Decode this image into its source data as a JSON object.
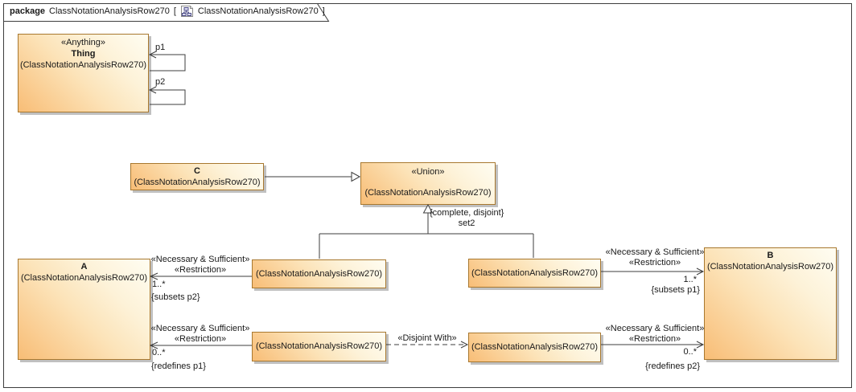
{
  "frame": {
    "kind": "package",
    "name": "ClassNotationAnalysisRow270",
    "open_bracket": "[",
    "diagram_ref": "ClassNotationAnalysisRow270",
    "close_bracket": "]",
    "icon": "class-diagram-icon"
  },
  "colors": {
    "node_fill_start": "#f8bd76",
    "node_fill_end": "#fffdf2",
    "node_border": "#a8782f",
    "connector_line": "#3d3d3d",
    "shadow": "#8c8c8c"
  },
  "nodes": {
    "thing": {
      "stereotype": "«Anything»",
      "name": "Thing",
      "owner": "(ClassNotationAnalysisRow270)"
    },
    "c": {
      "name": "C",
      "owner": "(ClassNotationAnalysisRow270)"
    },
    "union": {
      "stereotype": "«Union»",
      "owner": "(ClassNotationAnalysisRow270)"
    },
    "a": {
      "name": "A",
      "owner": "(ClassNotationAnalysisRow270)"
    },
    "b": {
      "name": "B",
      "owner": "(ClassNotationAnalysisRow270)"
    },
    "restriction_top_left": {
      "owner": "(ClassNotationAnalysisRow270)"
    },
    "restriction_top_right": {
      "owner": "(ClassNotationAnalysisRow270)"
    },
    "restriction_bottom_left": {
      "owner": "(ClassNotationAnalysisRow270)"
    },
    "restriction_bottom_right": {
      "owner": "(ClassNotationAnalysisRow270)"
    }
  },
  "edges": {
    "p1": {
      "label": "p1"
    },
    "p2": {
      "label": "p2"
    },
    "generalization_set": {
      "constraint": "{complete, disjoint}",
      "name": "set2"
    },
    "assoc_a_subsets": {
      "stereotype1": "«Necessary & Sufficient»",
      "stereotype2": "«Restriction»",
      "multiplicity": "1..*",
      "constraint": "{subsets p2}"
    },
    "assoc_a_redefines": {
      "stereotype1": "«Necessary & Sufficient»",
      "stereotype2": "«Restriction»",
      "multiplicity": "0..*",
      "constraint": "{redefines p1}"
    },
    "assoc_b_subsets": {
      "stereotype1": "«Necessary & Sufficient»",
      "stereotype2": "«Restriction»",
      "multiplicity": "1..*",
      "constraint": "{subsets p1}"
    },
    "assoc_b_redefines": {
      "stereotype1": "«Necessary & Sufficient»",
      "stereotype2": "«Restriction»",
      "multiplicity": "0..*",
      "constraint": "{redefines p2}"
    },
    "disjoint_with": {
      "label": "«Disjoint With»"
    }
  }
}
